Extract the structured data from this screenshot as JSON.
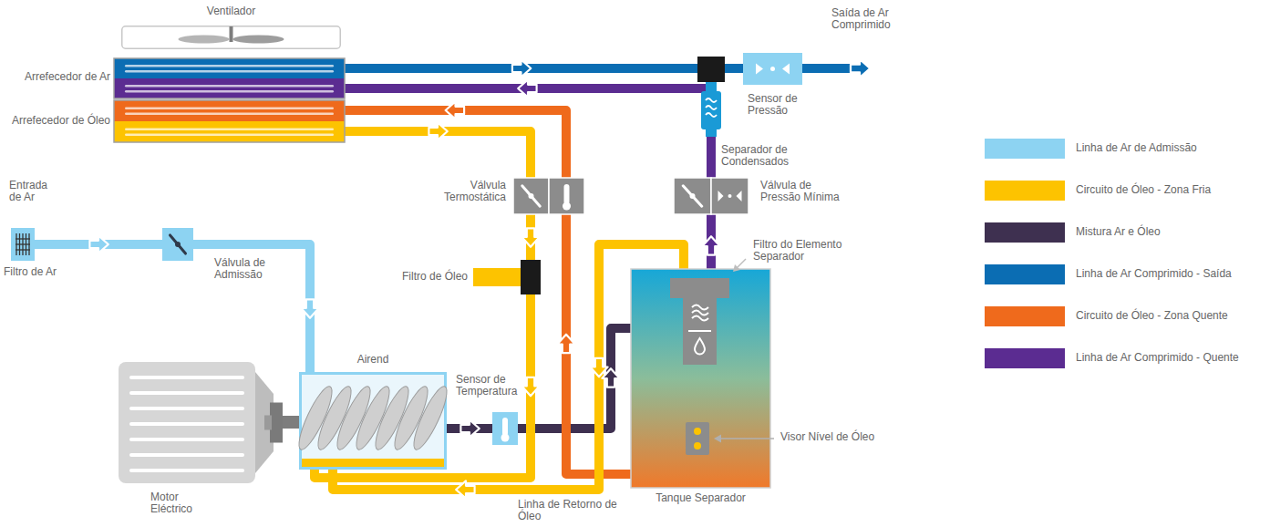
{
  "diagram": {
    "nodes": [
      {
        "text": [
          "Ventilador"
        ]
      },
      {
        "text": [
          "Arrefecedor de Ar"
        ]
      },
      {
        "text": [
          "Arrefecedor de Óleo"
        ]
      },
      {
        "text": [
          "Filtro de Ar"
        ]
      },
      {
        "text": [
          "Válvula de Admissão"
        ]
      },
      {
        "text": [
          "Motor Eléctrico"
        ]
      },
      {
        "text": [
          "Airend"
        ]
      },
      {
        "text": [
          "Sensor de Temperatura"
        ]
      },
      {
        "text": [
          "Válvula Termostática"
        ]
      },
      {
        "text": [
          "Filtro de Óleo"
        ]
      },
      {
        "text": [
          "Tanque Separador"
        ]
      },
      {
        "text": [
          "Filtro do Elemento Separador"
        ],
        "in": 10
      },
      {
        "text": [
          "Visor Nível de Óleo"
        ],
        "in": 10
      },
      {
        "text": [
          "Válvula de Pressão Mínima"
        ]
      },
      {
        "text": [
          "Separador de Condensados"
        ]
      },
      {
        "text": [
          "Sensor de Pressão"
        ]
      }
    ],
    "edges": [
      {
        "from": 3,
        "to": 4,
        "arrow": "to"
      },
      {
        "from": 4,
        "to": 6,
        "arrow": "to"
      },
      {
        "from": 5,
        "to": 6,
        "arrow": "none"
      },
      {
        "from": 6,
        "to": 7,
        "arrow": "to"
      },
      {
        "from": 7,
        "to": 10,
        "arrow": "to"
      },
      {
        "from": 11,
        "to": 13,
        "arrow": "to"
      },
      {
        "from": 13,
        "to": 1,
        "arrow": "to"
      },
      {
        "from": 1,
        "to": 14,
        "arrow": "to"
      },
      {
        "from": 14,
        "to": 15,
        "arrow": "to"
      },
      {
        "from": 10,
        "to": 8,
        "arrow": "to"
      },
      {
        "from": 8,
        "to": 2,
        "arrow": "to"
      },
      {
        "from": 2,
        "to": 8,
        "arrow": "to"
      },
      {
        "from": 8,
        "to": 9,
        "arrow": "to"
      },
      {
        "from": 9,
        "to": 6,
        "arrow": "to"
      },
      {
        "from": 11,
        "to": 6,
        "label": "Linha de Retorno de Óleo",
        "arrow": "to"
      }
    ],
    "labels": [
      "Entrada de Ar",
      "Saída de Ar Comprimido"
    ],
    "legend": [
      {
        "text": "Linha de Ar de Admissão",
        "color": "#8dd3f2"
      },
      {
        "text": "Circuito de Óleo - Zona Fria",
        "color": "#fdc300"
      },
      {
        "text": "Mistura Ar e Óleo",
        "color": "#3e3050"
      },
      {
        "text": "Linha de Ar Comprimido - Saída",
        "color": "#0b6db3"
      },
      {
        "text": "Circuito de Óleo - Zona Quente",
        "color": "#ef6a1c"
      },
      {
        "text": "Linha de Ar Comprimido - Quente",
        "color": "#5b2c91"
      }
    ]
  }
}
